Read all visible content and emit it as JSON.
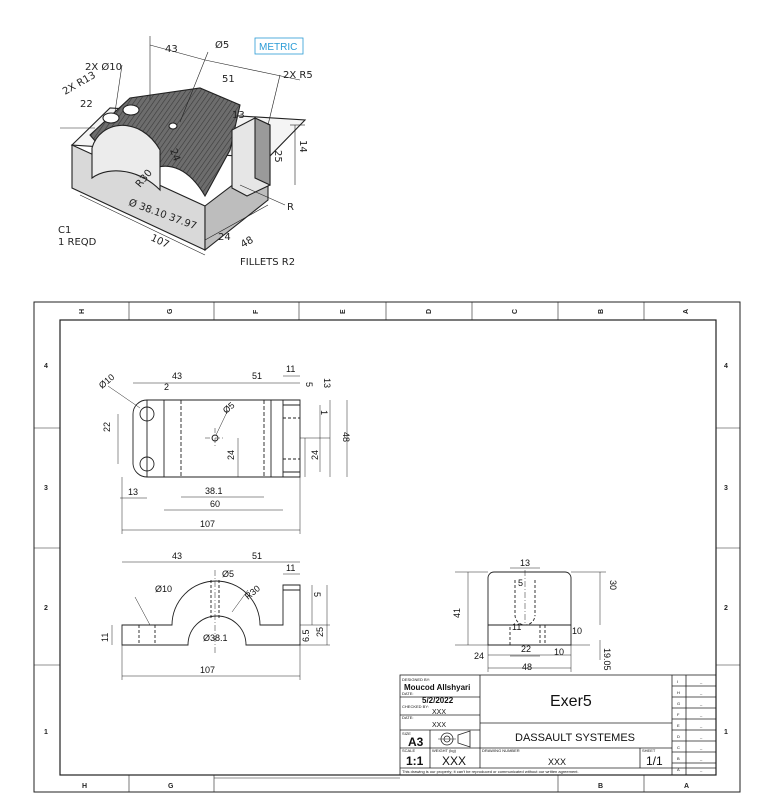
{
  "iso_sketch": {
    "metric_label": "METRIC",
    "labels": {
      "dia5": "Ø5",
      "d43": "43",
      "holes": "2X Ø10",
      "radius13": "2X R13",
      "d22": "22",
      "r5": "2X R5",
      "d51": "51",
      "d13": "13",
      "d14": "14",
      "d25": "25",
      "d24": "24",
      "r30": "R30",
      "bore": "Ø 38.10\n     37.97",
      "r": "R",
      "d107": "107",
      "d24b": "24",
      "d48": "48",
      "fillets": "FILLETS R2",
      "part": "C1",
      "qty": "1 REQD"
    }
  },
  "sheet": {
    "zones_top": [
      "H",
      "G",
      "F",
      "E",
      "D",
      "C",
      "B",
      "A"
    ],
    "zones_bottom": [
      "H",
      "G",
      "B",
      "A"
    ],
    "zones_side": [
      "4",
      "3",
      "2",
      "1"
    ]
  },
  "top_view": {
    "d43": "43",
    "d51": "51",
    "d11": "11",
    "d2": "2",
    "dia10": "Ø10",
    "dia5": "Ø5",
    "d5": "5",
    "d13": "13",
    "d1": "1",
    "d22": "22",
    "d24a": "24",
    "d24b": "24",
    "d48": "48",
    "d13b": "13",
    "d38": "38.1",
    "d60": "60",
    "d107": "107"
  },
  "front_view": {
    "d43": "43",
    "d51": "51",
    "d11": "11",
    "dia10": "Ø10",
    "dia5": "Ø5",
    "r30": "R30",
    "d5": "5",
    "d11b": "11",
    "bore": "Ø38.1",
    "d65": "6.5",
    "d25": "25",
    "d107": "107"
  },
  "side_view": {
    "d13": "13",
    "d5": "5",
    "d30": "30",
    "d41": "41",
    "d11": "11",
    "d10a": "10",
    "d22": "22",
    "d10b": "10",
    "d24": "24",
    "d48": "48",
    "d1905": "19.05"
  },
  "title_block": {
    "designed_by_label": "DESIGNED BY:",
    "designer": "Moucod Allshyari",
    "date_label": "DATE:",
    "date": "5/2/2022",
    "checked_by_label": "CHECKED BY:",
    "checked_by": "XXX",
    "date2_label": "DATE:",
    "date2": "XXX",
    "size_label": "SIZE",
    "size": "A3",
    "title": "Exer5",
    "company": "DASSAULT SYSTEMES",
    "scale_label": "SCALE",
    "scale": "1:1",
    "weight_label": "WEIGHT (kg)",
    "weight": "XXX",
    "drawing_number_label": "DRAWING NUMBER",
    "drawing_number": "XXX",
    "sheet_label": "SHEET",
    "sheet": "1/1",
    "notice": "This drawing is our property; it can't be reproduced or communicated without our written agreement.",
    "rev_letters": [
      "I",
      "H",
      "G",
      "F",
      "E",
      "D",
      "C",
      "B",
      "A"
    ],
    "rev_mark": "_"
  }
}
